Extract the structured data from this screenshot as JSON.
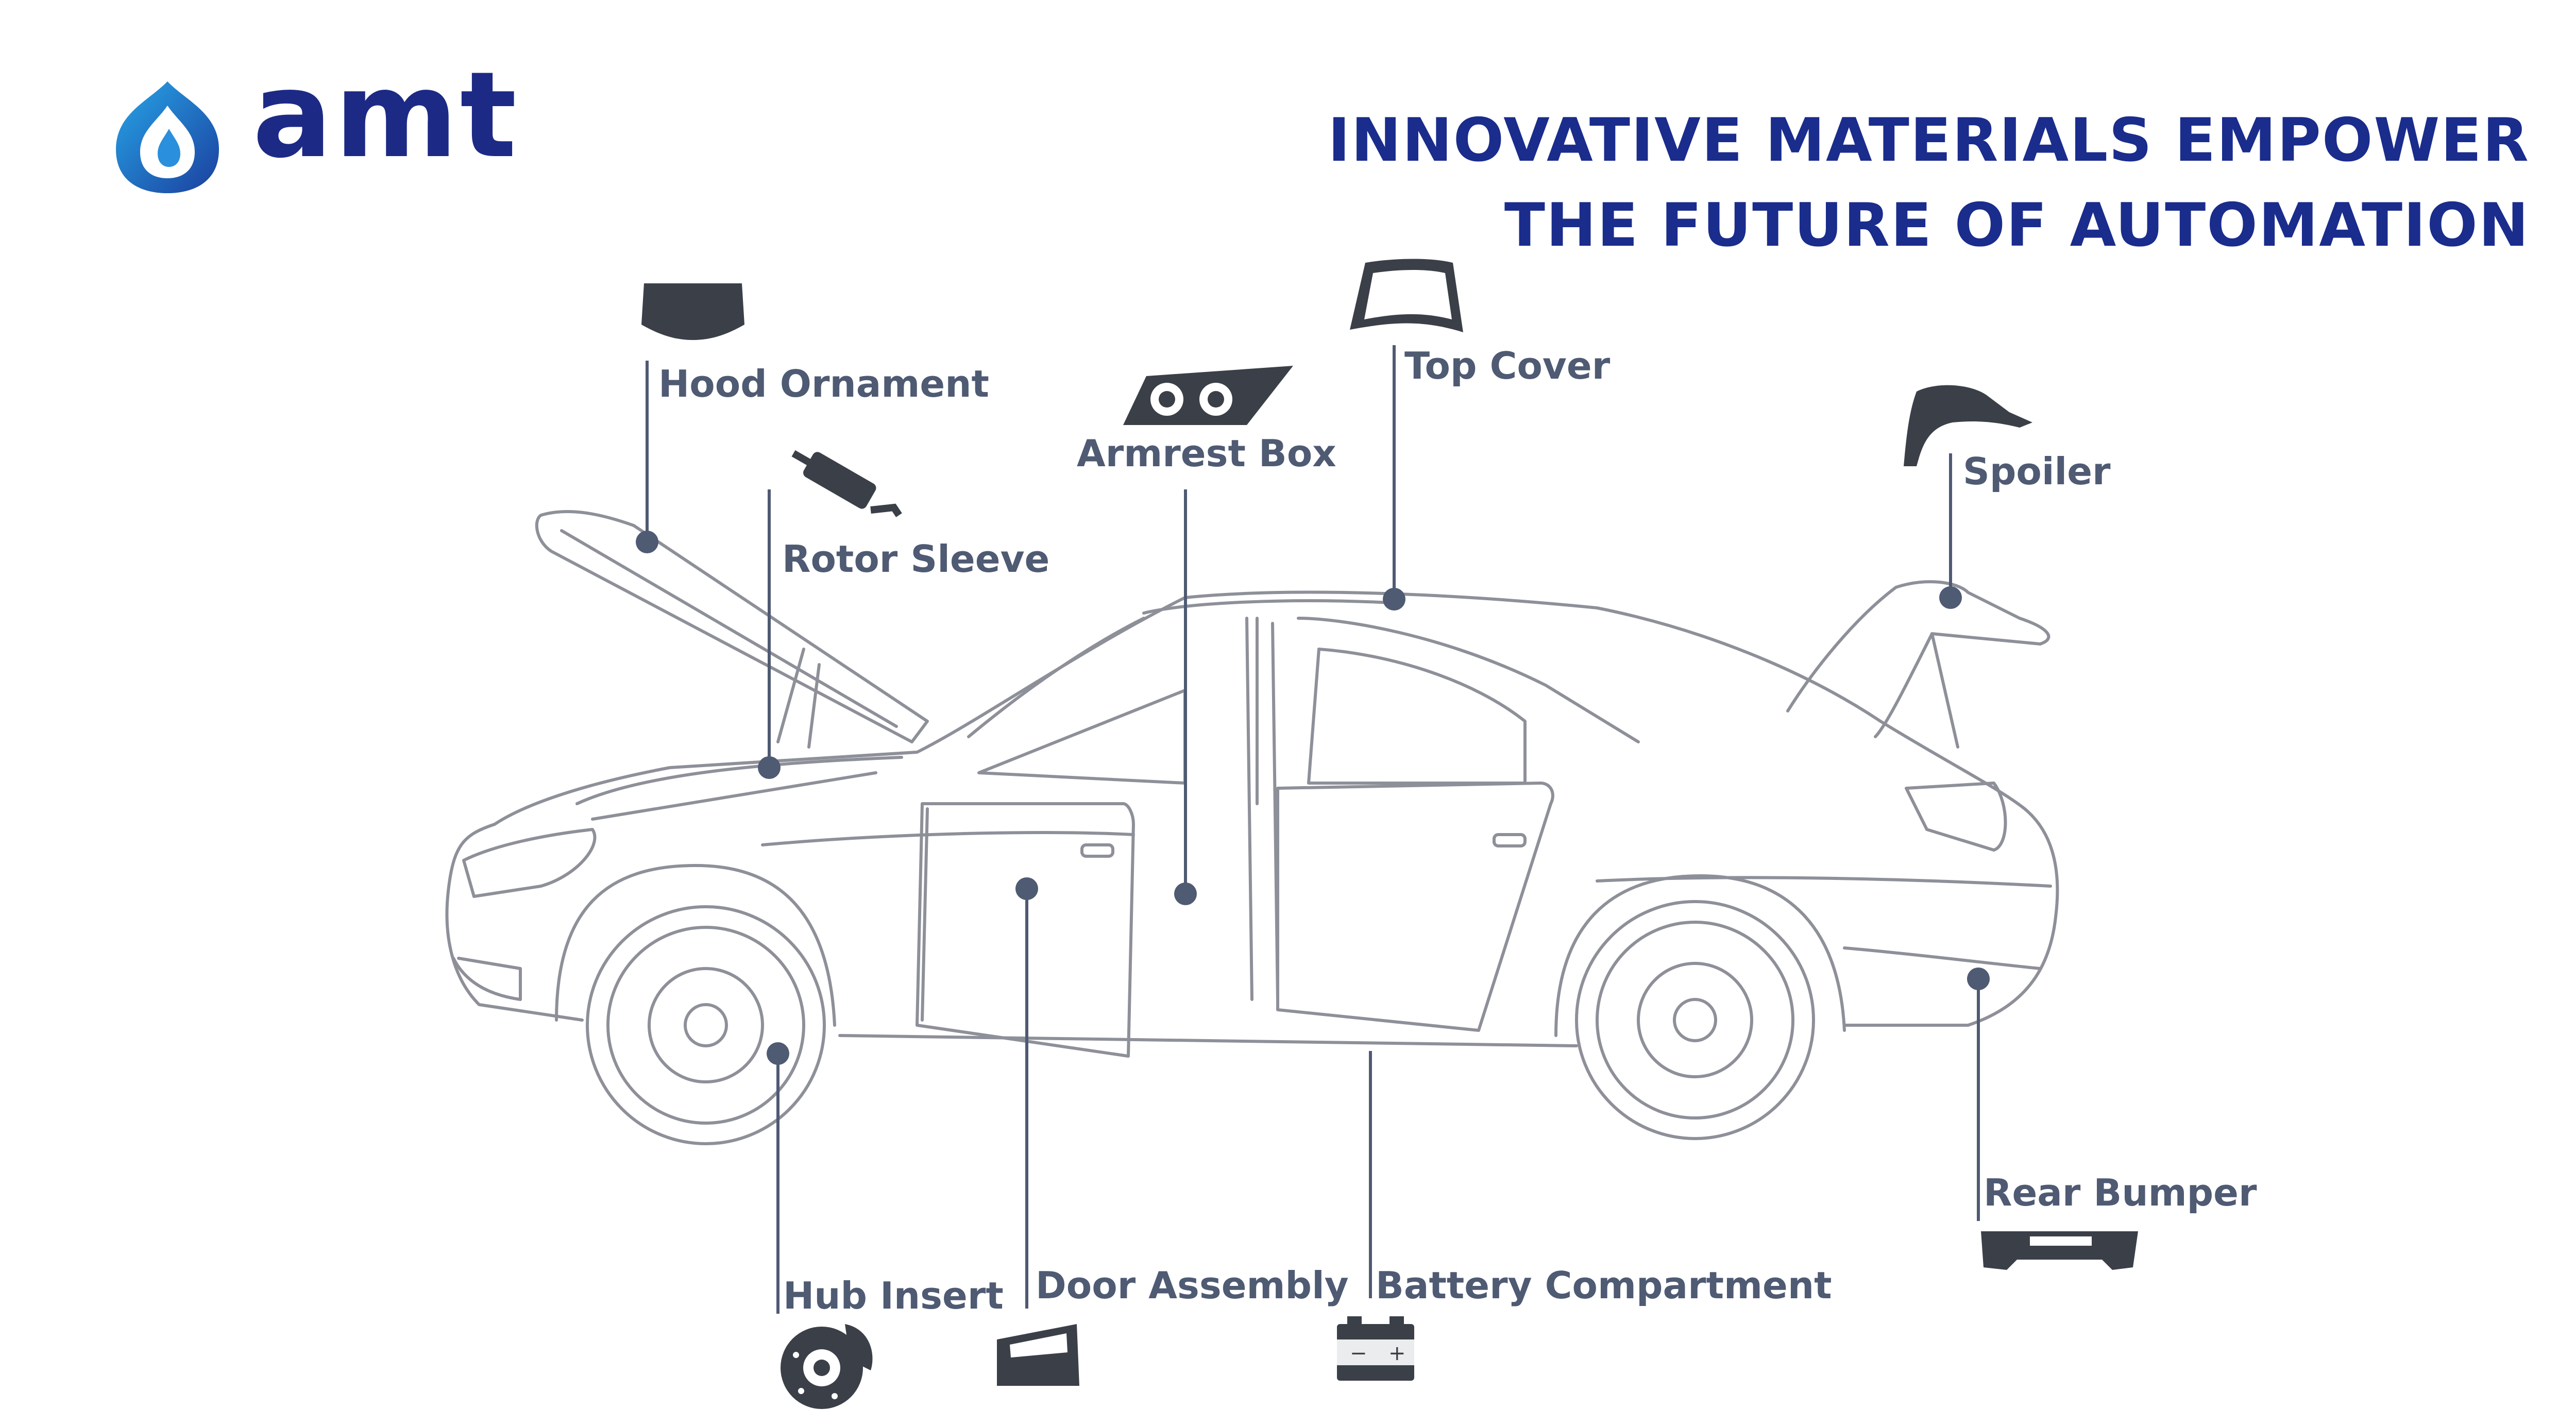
{
  "brand": {
    "name": "amt",
    "color": "#1c2a86",
    "icon": "water-drop-logo-icon"
  },
  "headline": {
    "line1": "INNOVATIVE MATERIALS EMPOWER",
    "line2": "THE FUTURE OF AUTOMATION",
    "color": "#1a2c8c"
  },
  "callout_color": "#4f5a73",
  "parts": [
    {
      "id": "hood-ornament",
      "label": "Hood Ornament",
      "icon": "hood-icon"
    },
    {
      "id": "rotor-sleeve",
      "label": "Rotor Sleeve",
      "icon": "muffler-icon"
    },
    {
      "id": "armrest-box",
      "label": "Armrest Box",
      "icon": "headlight-housing-icon"
    },
    {
      "id": "top-cover",
      "label": "Top Cover",
      "icon": "windshield-icon"
    },
    {
      "id": "spoiler",
      "label": "Spoiler",
      "icon": "fender-icon"
    },
    {
      "id": "rear-bumper",
      "label": "Rear Bumper",
      "icon": "bumper-icon"
    },
    {
      "id": "hub-insert",
      "label": "Hub Insert",
      "icon": "brake-disc-icon"
    },
    {
      "id": "door-assembly",
      "label": "Door Assembly",
      "icon": "door-icon"
    },
    {
      "id": "battery-compartment",
      "label": "Battery Compartment",
      "icon": "battery-icon"
    }
  ]
}
